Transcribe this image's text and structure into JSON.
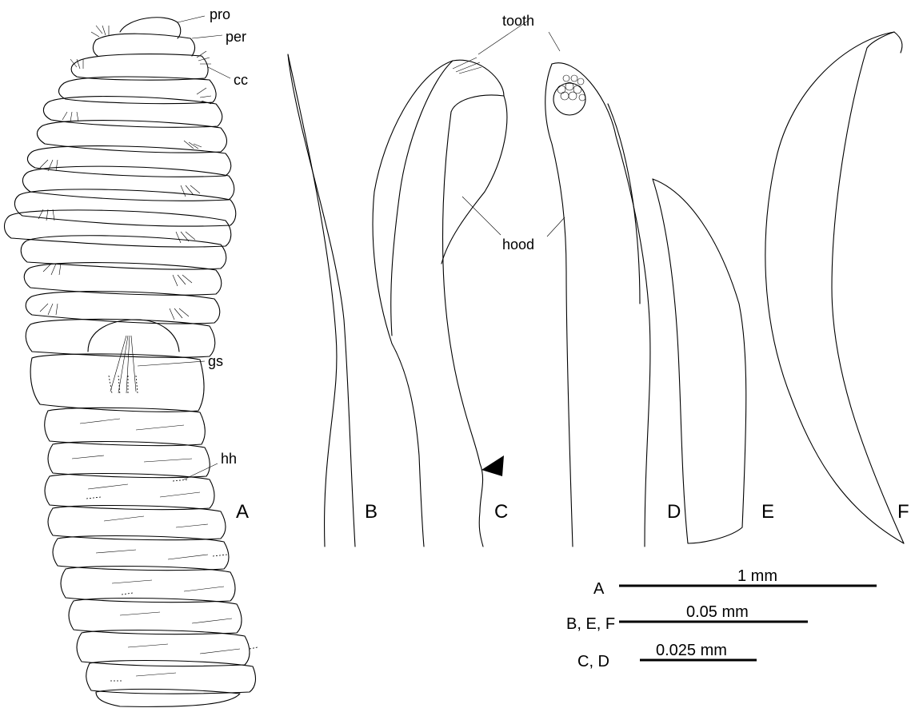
{
  "labels": {
    "pro": "pro",
    "per": "per",
    "cc": "cc",
    "gs": "gs",
    "hh": "hh",
    "tooth": "tooth",
    "hood": "hood"
  },
  "panels": {
    "a": "A",
    "b": "B",
    "c": "C",
    "d": "D",
    "e": "E",
    "f": "F"
  },
  "scale_bars": [
    {
      "panels": "A",
      "length": "1 mm"
    },
    {
      "panels": "B, E, F",
      "length": "0.05 mm"
    },
    {
      "panels": "C, D",
      "length": "0.025 mm"
    }
  ]
}
